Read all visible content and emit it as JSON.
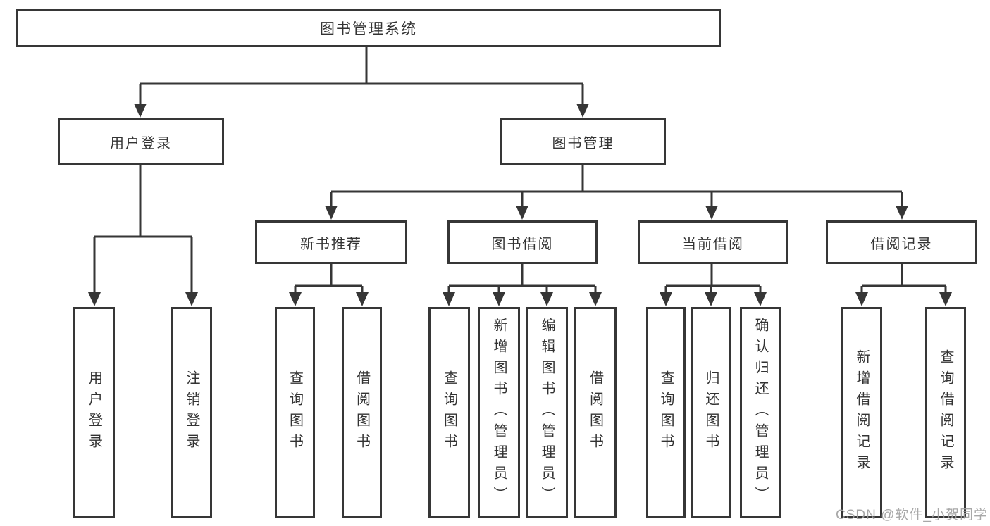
{
  "title": "图书管理系统",
  "watermark": "CSDN @软件_小贺同学",
  "colors": {
    "line": "#363636",
    "text": "#333333",
    "background": "#ffffff",
    "watermark": "#9e9e9e"
  },
  "tree": {
    "root": {
      "label": "图书管理系统",
      "children": [
        {
          "label": "用户登录",
          "children": [
            {
              "label": "用户登录"
            },
            {
              "label": "注销登录"
            }
          ]
        },
        {
          "label": "图书管理",
          "children": [
            {
              "label": "新书推荐",
              "children": [
                {
                  "label": "查询图书"
                },
                {
                  "label": "借阅图书"
                }
              ]
            },
            {
              "label": "图书借阅",
              "children": [
                {
                  "label": "查询图书"
                },
                {
                  "label": "新增图书（管理员）"
                },
                {
                  "label": "编辑图书（管理员）"
                },
                {
                  "label": "借阅图书"
                }
              ]
            },
            {
              "label": "当前借阅",
              "children": [
                {
                  "label": "查询图书"
                },
                {
                  "label": "归还图书"
                },
                {
                  "label": "确认归还（管理员）"
                }
              ]
            },
            {
              "label": "借阅记录",
              "children": [
                {
                  "label": "新增借阅记录"
                },
                {
                  "label": "查询借阅记录"
                }
              ]
            }
          ]
        }
      ]
    }
  }
}
